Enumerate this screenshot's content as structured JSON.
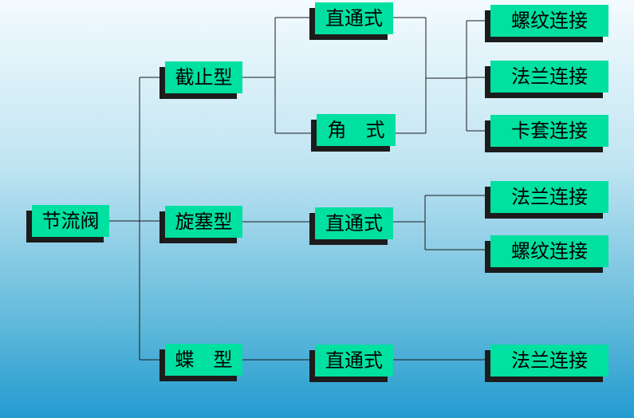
{
  "root": {
    "label": "节流阀"
  },
  "types": [
    {
      "id": "jiezhi",
      "label": "截止型"
    },
    {
      "id": "xuansai",
      "label": "旋塞型"
    },
    {
      "id": "die",
      "label": "蝶　型"
    }
  ],
  "forms": [
    {
      "id": "jiezhi-zhitong",
      "label": "直通式"
    },
    {
      "id": "jiezhi-jiao",
      "label": "角　式"
    },
    {
      "id": "xuansai-zhitong",
      "label": "直通式"
    },
    {
      "id": "die-zhitong",
      "label": "直通式"
    }
  ],
  "connections": [
    {
      "id": "jiezhi-luowen",
      "label": "螺纹连接"
    },
    {
      "id": "jiezhi-falan",
      "label": "法兰连接"
    },
    {
      "id": "jiezhi-katao",
      "label": "卡套连接"
    },
    {
      "id": "xuansai-falan",
      "label": "法兰连接"
    },
    {
      "id": "xuansai-luowen",
      "label": "螺纹连接"
    },
    {
      "id": "die-falan",
      "label": "法兰连接"
    }
  ]
}
